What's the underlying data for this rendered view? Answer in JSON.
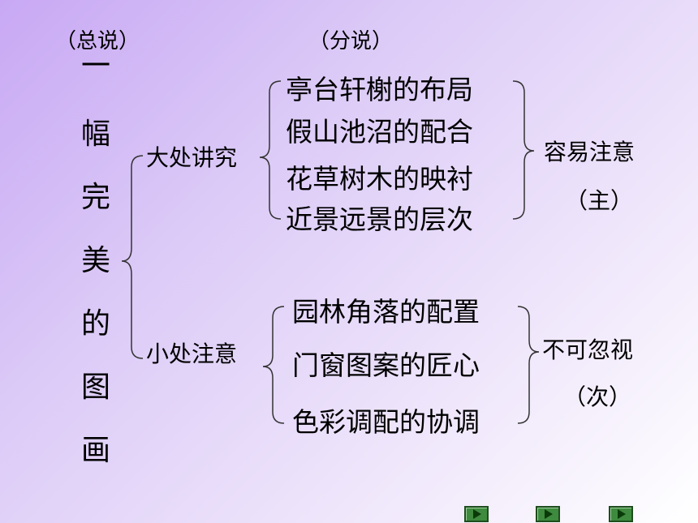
{
  "headers": {
    "general": "（总说）",
    "detail": "（分说）"
  },
  "title_vertical": [
    "一",
    "幅",
    "完",
    "美",
    "的",
    "图",
    "画"
  ],
  "major": {
    "label": "大处讲究",
    "items": [
      "亭台轩榭的布局",
      "假山池沼的配合",
      "花草树木的映衬",
      "近景远景的层次"
    ],
    "note": "容易注意",
    "note_sub": "（主）"
  },
  "minor": {
    "label": "小处注意",
    "items": [
      "园林角落的配置",
      "门窗图案的匠心",
      "色彩调配的协调"
    ],
    "note": "不可忽视",
    "note_sub": "（次）"
  },
  "nav_buttons": [
    "play-icon",
    "play-icon",
    "play-icon"
  ],
  "colors": {
    "background_start": "#c8a8f4",
    "background_end": "#ffffff",
    "nav_button": "#3e8a3e"
  }
}
